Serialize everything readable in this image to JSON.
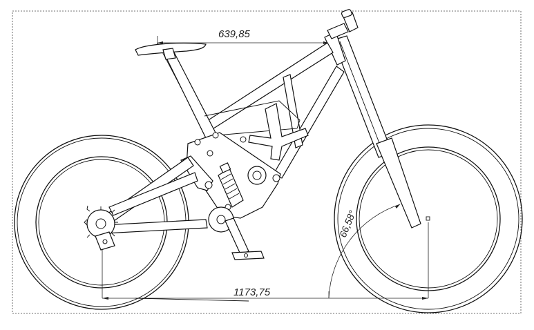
{
  "drawing": {
    "subject": "bicycle-frame-side-view",
    "dimensions": {
      "top_length": "639,85",
      "wheelbase": "1173,75",
      "head_angle": "66,58°"
    }
  }
}
